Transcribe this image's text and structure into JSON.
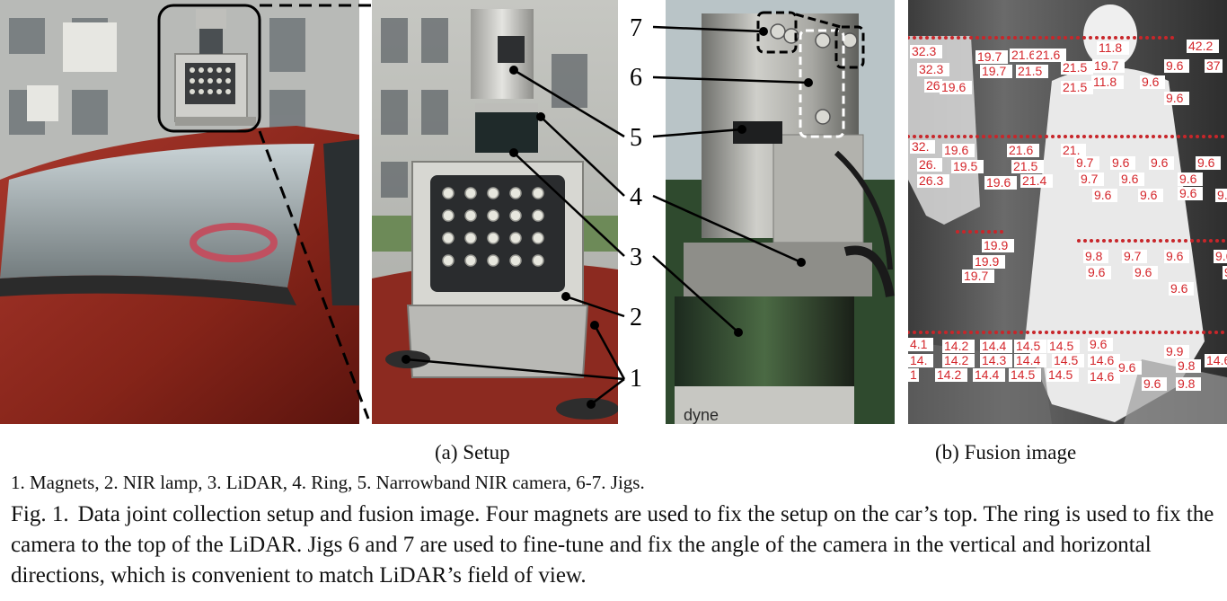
{
  "callouts": [
    "7",
    "6",
    "5",
    "4",
    "3",
    "2",
    "1"
  ],
  "subcaptions": {
    "setup": "(a) Setup",
    "fusion": "(b) Fusion image"
  },
  "legend": "1. Magnets, 2. NIR lamp, 3. LiDAR, 4. Ring, 5. Narrowband NIR camera, 6-7. Jigs.",
  "caption": {
    "label": "Fig. 1.",
    "text": "Data joint collection setup and fusion image. Four magnets are used to fix the setup on the car’s top. The ring is used to fix the camera to the top of the LiDAR. Jigs 6 and 7 are used to fine-tune and fix the angle of the camera in the vertical and horizontal directions, which is convenient to match LiDAR’s field of view."
  },
  "photo_text": {
    "brand_fragment": "dyne"
  },
  "fusion_labels": [
    "32.3",
    "19.7",
    "21.6",
    "21.6",
    "11.8",
    "42.2",
    "32.3",
    "19.7",
    "21.5",
    "21.5",
    "19.7",
    "9.6",
    "37",
    "26",
    "19.6",
    "21.5",
    "11.8",
    "9.6",
    "9.6",
    "32.",
    "19.6",
    "21.6",
    "21.",
    "26.",
    "19.5",
    "21.5",
    "9.7",
    "9.6",
    "9.6",
    "9.6",
    "26.3",
    "19.6",
    "21.4",
    "9.7",
    "9.6",
    "9.6",
    "9.6",
    "9.6",
    "9.6",
    "9.6",
    "19.9",
    "19.9",
    "19.7",
    "9.8",
    "9.7",
    "9.6",
    "9.6",
    "9.6",
    "9.6",
    "9.7",
    "9.6",
    "4.1",
    "14.2",
    "14.4",
    "14.5",
    "14.5",
    "9.6",
    "14.",
    "14.2",
    "14.3",
    "14.4",
    "14.5",
    "14.6",
    "9.9",
    "14.6",
    "1",
    "14.2",
    "14.4",
    "14.5",
    "14.5",
    "14.6",
    "9.6",
    "9.8",
    "9.6",
    "9.8"
  ],
  "colors": {
    "car_red": "#8e2a22",
    "steel": "#b9b9b6",
    "lidar_point": "#c8262a",
    "label_red": "#d4262b"
  }
}
